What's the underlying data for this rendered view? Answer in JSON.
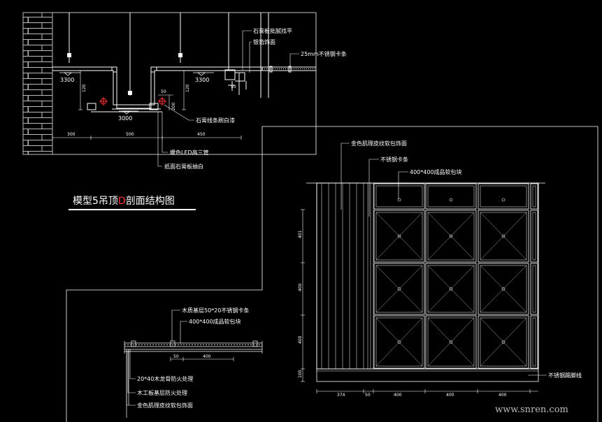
{
  "colors": {
    "background": "#000000",
    "line": "#ffffff",
    "accent_red": "#ff3333",
    "brick": "#bbbbbb"
  },
  "top_section": {
    "labels": {
      "l1": "石膏板批腻找平",
      "l2": "银箔饰面",
      "l3": "25mm不锈钢卡条",
      "l4": "石膏线条刷白漆",
      "l5": "暖色LED高三管",
      "l6": "纸面石膏板抽白"
    },
    "dims": {
      "d1": "3300",
      "d2": "3300",
      "d3": "3000",
      "d4": "120",
      "d5": "120",
      "d6": "200",
      "d7": "300",
      "d8": "500",
      "d9": "450",
      "d10": "50",
      "d11": "50"
    },
    "title_pre": "模型5吊顶",
    "title_mark": "D",
    "title_post": "剖面结构图"
  },
  "right_section": {
    "labels": {
      "r1": "金色肌理皮纹软包饰面",
      "r2": "不锈钢卡条",
      "r3": "400*400成品软包块",
      "r4": "不锈钢踢脚线"
    },
    "dims": {
      "v1": "401",
      "v2": "400",
      "v3": "400",
      "v4": "100",
      "h1": "374",
      "h2": "50",
      "h3": "400",
      "h4": "400",
      "h5": "400"
    }
  },
  "bottom_left_section": {
    "labels": {
      "b1": "木质基层50*20不锈钢卡条",
      "b2": "400*400成品软包块",
      "b3": "20*40木龙骨防火处理",
      "b4": "木工板基层防火处理",
      "b5": "金色肌理皮纹软包饰面"
    },
    "dims": {
      "bd1": "50",
      "bd2": "400"
    }
  },
  "watermark": "www.snren.com"
}
